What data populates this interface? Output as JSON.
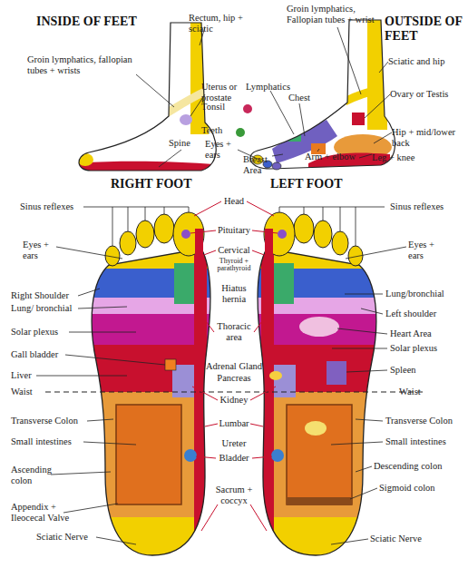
{
  "diagram": {
    "labels": [
      "INSIDE OF FEET",
      "Rectum, hip + sciatic",
      "Groin lymphatics, Fallopian tubes + wrist",
      "OUTSIDE OF FEET",
      "Groin lymphatics, fallopian tubes + wrists",
      "Sciatic and hip",
      "Lymphatics",
      "Chest",
      "Uterus or prostate",
      "Ovary or Testis",
      "Spine",
      "Eyes + ears",
      "Hip + mid/lower back",
      "Breast Area",
      "Arm + elbow",
      "Leg + knee",
      "RIGHT FOOT",
      "LEFT FOOT",
      "Sinus reflexes",
      "Head",
      "Sinus reflexes",
      "Eyes + ears",
      "Pituitary",
      "Eyes + ears",
      "Cervical",
      "Thyroid + parathyroid",
      "Right Shoulder",
      "Lung/ bronchial",
      "Lung/bronchial",
      "Hiatus hernia",
      "Left shoulder",
      "Solar plexus",
      "Heart Area",
      "Thoracic area",
      "Solar plexus",
      "Gall bladder",
      "Adrenal Gland",
      "Spleen",
      "Liver",
      "Pancreas",
      "Waist",
      "Kidney",
      "Waist",
      "Transverse Colon",
      "Transverse Colon",
      "Lumbar",
      "Small intestines",
      "Ureter",
      "Small intestines",
      "Bladder",
      "Ascending colon",
      "Descending colon",
      "Sigmoid colon",
      "Sacrum + coccyx",
      "Appendix + Ileocecal Valve",
      "Sciatic Nerve",
      "Sciatic Nerve"
    ],
    "legend": [
      {
        "text": "Tonsil",
        "color": "#c8285a"
      },
      {
        "text": "Teeth",
        "color": "#3a9a3a"
      }
    ]
  }
}
